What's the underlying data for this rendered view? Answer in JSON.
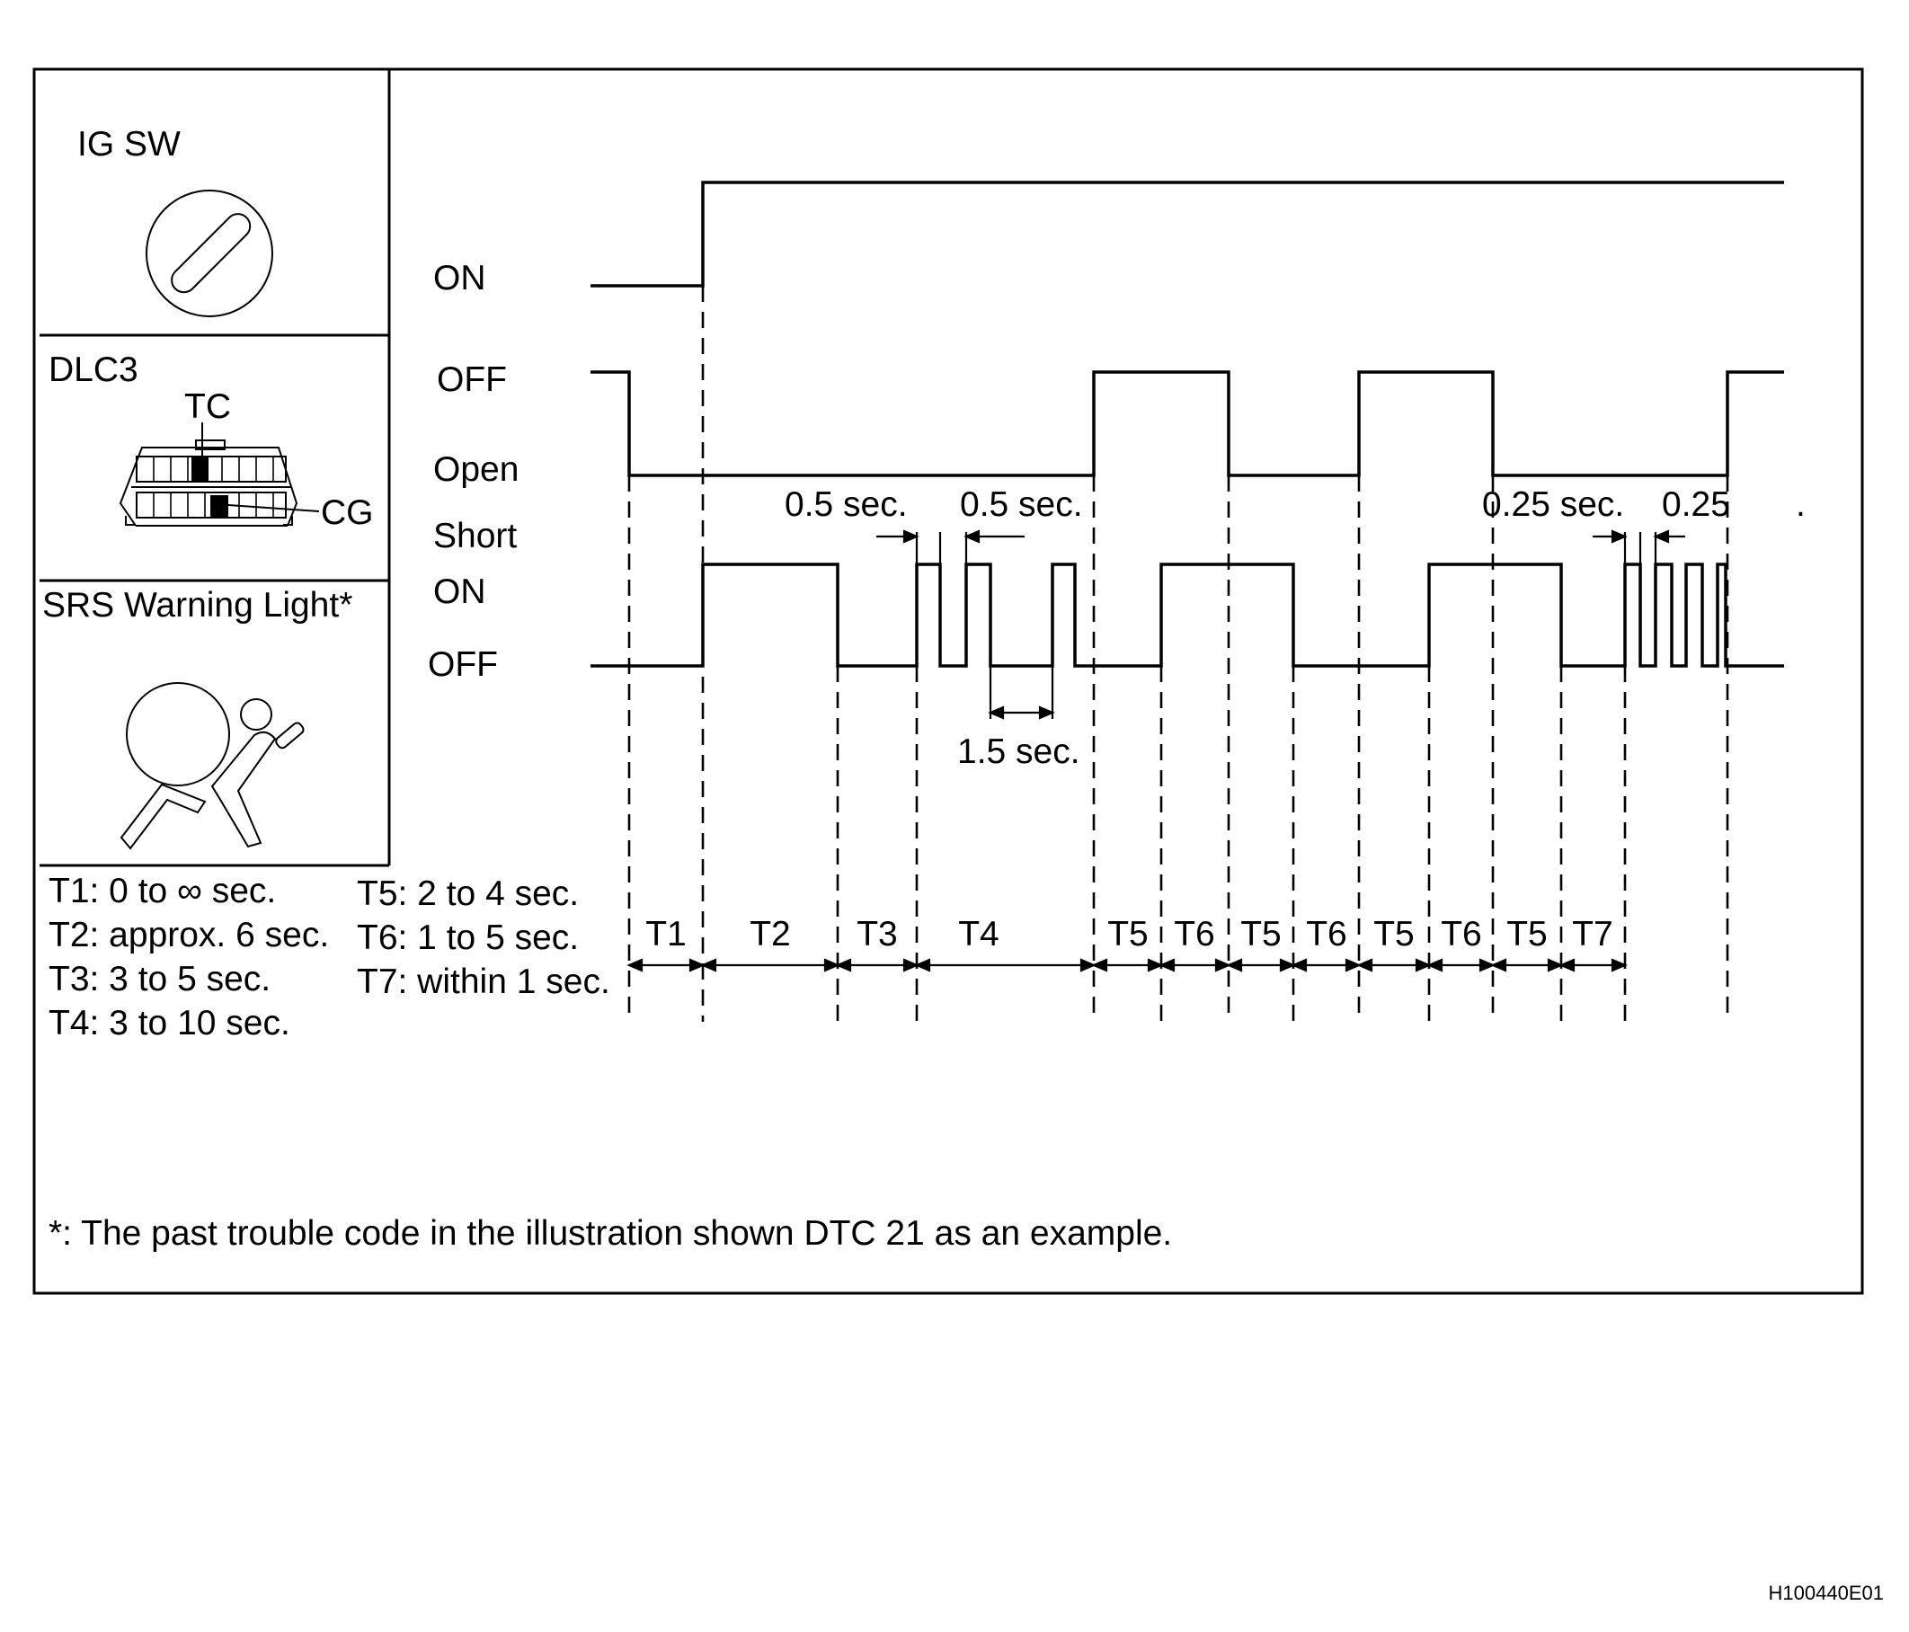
{
  "panels": {
    "ig_sw": "IG SW",
    "dlc3": "DLC3",
    "tc": "TC",
    "cg": "CG",
    "srs": "SRS Warning Light*"
  },
  "states": {
    "ig_on": "ON",
    "ig_off": "OFF",
    "dlc_open": "Open",
    "dlc_short": "Short",
    "light_on": "ON",
    "light_off": "OFF"
  },
  "timing_labels": {
    "t05a": "0.5 sec.",
    "t05b": "0.5 sec.",
    "t15": "1.5 sec.",
    "t025a": "0.25 sec.",
    "t025b": "0.25",
    "dot": "."
  },
  "legend": [
    "T1: 0 to ∞ sec.",
    "T2: approx. 6 sec.",
    "T3: 3 to 5 sec.",
    "T4: 3 to 10 sec.",
    "T5: 2 to 4 sec.",
    "T6: 1 to 5 sec.",
    "T7: within 1 sec."
  ],
  "intervals": [
    "T1",
    "T2",
    "T3",
    "T4",
    "T5",
    "T6",
    "T5",
    "T6",
    "T5",
    "T6",
    "T5",
    "T7"
  ],
  "footnote": "*: The past trouble code in the illustration shown DTC 21 as an example.",
  "figure_id": "H100440E01"
}
